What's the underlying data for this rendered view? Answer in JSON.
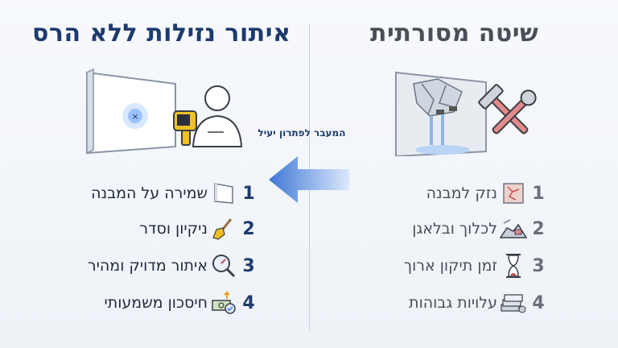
{
  "colors": {
    "left_accent": "#1d3b6e",
    "right_text": "#4a4f57",
    "right_num": "#6b7078",
    "damage_red": "#c94c4c",
    "left_blue": "#3f78d6"
  },
  "left": {
    "title": "איתור נזילות ללא הרס",
    "items": [
      {
        "num": "1",
        "label": "שמירה על המבנה",
        "icon": "wall-panel-icon"
      },
      {
        "num": "2",
        "label": "ניקיון וסדר",
        "icon": "broom-icon"
      },
      {
        "num": "3",
        "label": "איתור מדויק ומהיר",
        "icon": "gauge-magnifier-icon"
      },
      {
        "num": "4",
        "label": "חיסכון משמעותי",
        "icon": "money-savings-icon"
      }
    ]
  },
  "right": {
    "title": "שיטה מסורתית",
    "items": [
      {
        "num": "1",
        "label": "נזק למבנה",
        "icon": "cracked-tile-icon"
      },
      {
        "num": "2",
        "label": "לכלוך ובלאגן",
        "icon": "rubble-icon"
      },
      {
        "num": "3",
        "label": "זמן תיקון ארוך",
        "icon": "hourglass-icon"
      },
      {
        "num": "4",
        "label": "עלויות גבוהות",
        "icon": "money-stack-icon"
      }
    ]
  },
  "arrow_text": "המעבר לפתרון יעיל"
}
